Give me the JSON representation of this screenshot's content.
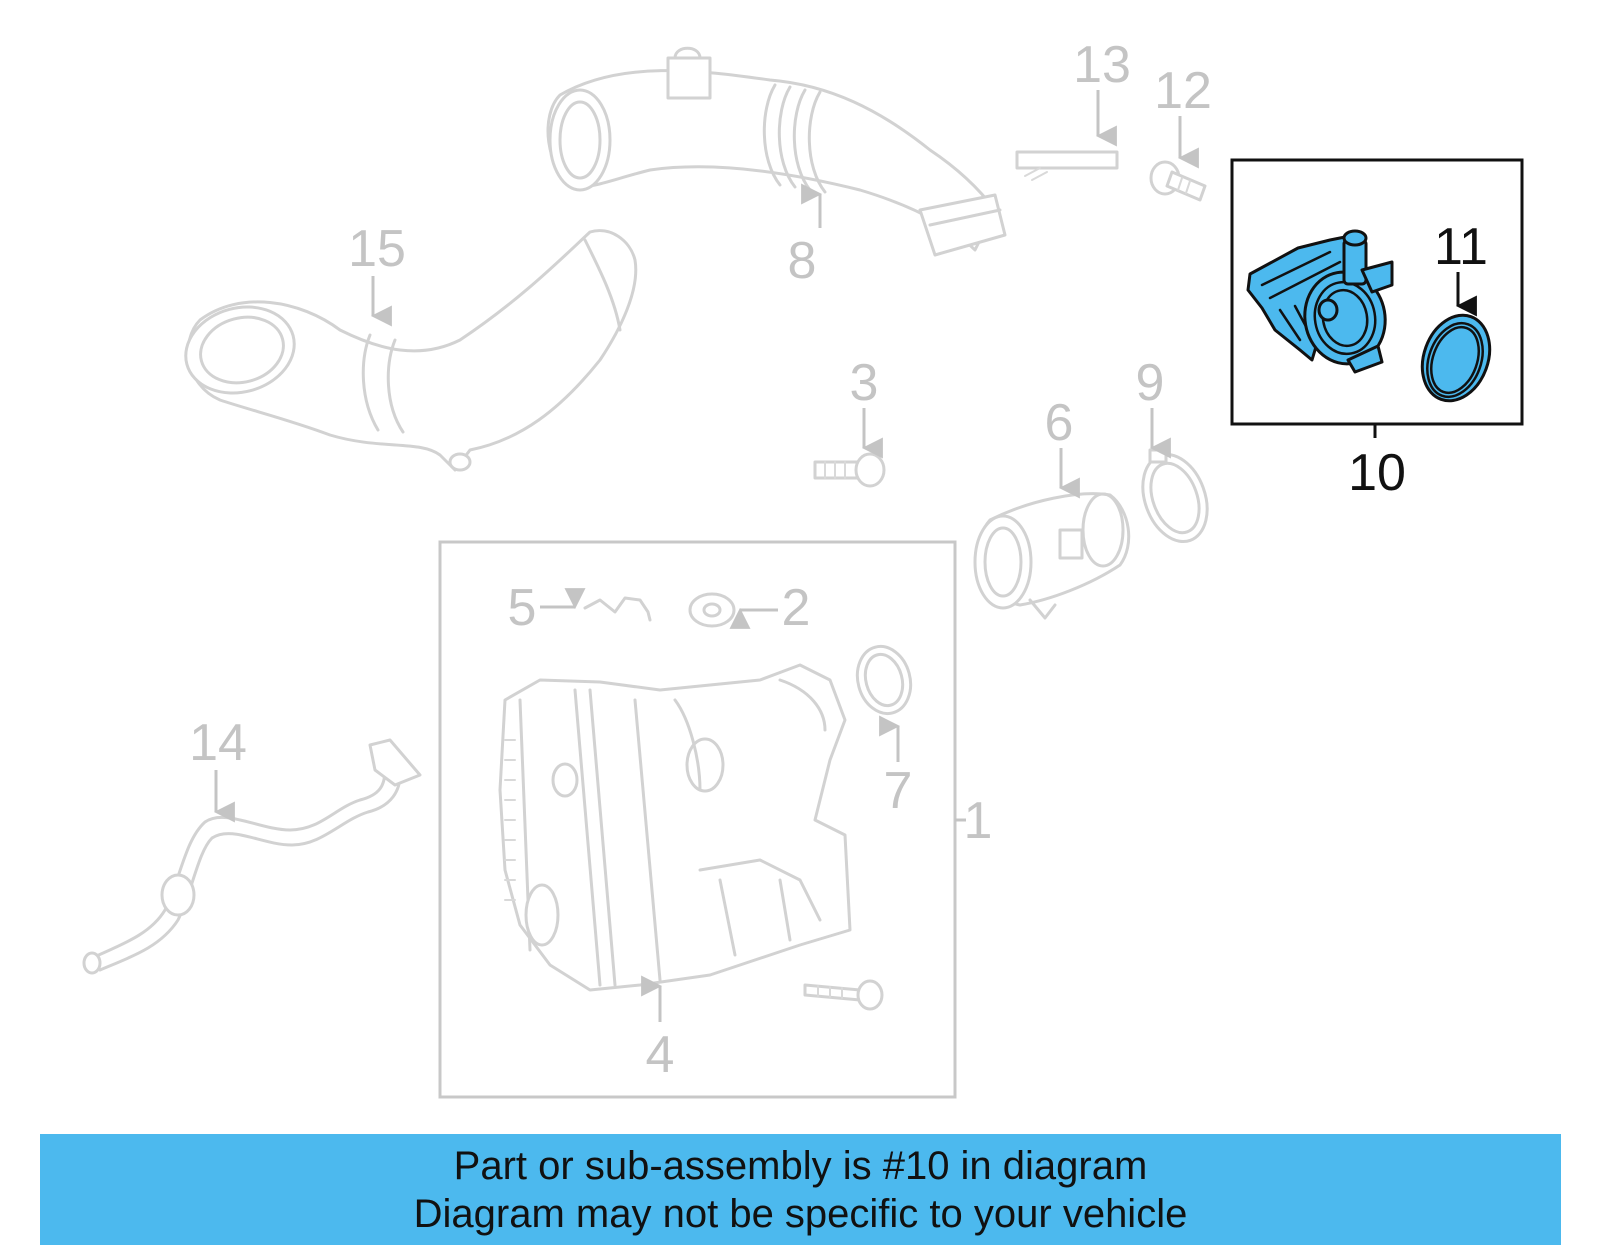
{
  "callouts": {
    "c1": "1",
    "c2": "2",
    "c3": "3",
    "c4": "4",
    "c5": "5",
    "c6": "6",
    "c7": "7",
    "c8": "8",
    "c9": "9",
    "c10": "10",
    "c11": "11",
    "c12": "12",
    "c13": "13",
    "c14": "14",
    "c15": "15"
  },
  "highlight": {
    "part_number": "10",
    "color": "#4cb9ee"
  },
  "banner": {
    "line1": "Part or sub-assembly is #10 in diagram",
    "line2": "Diagram may not be specific to your vehicle",
    "background": "#4cb9ee"
  }
}
